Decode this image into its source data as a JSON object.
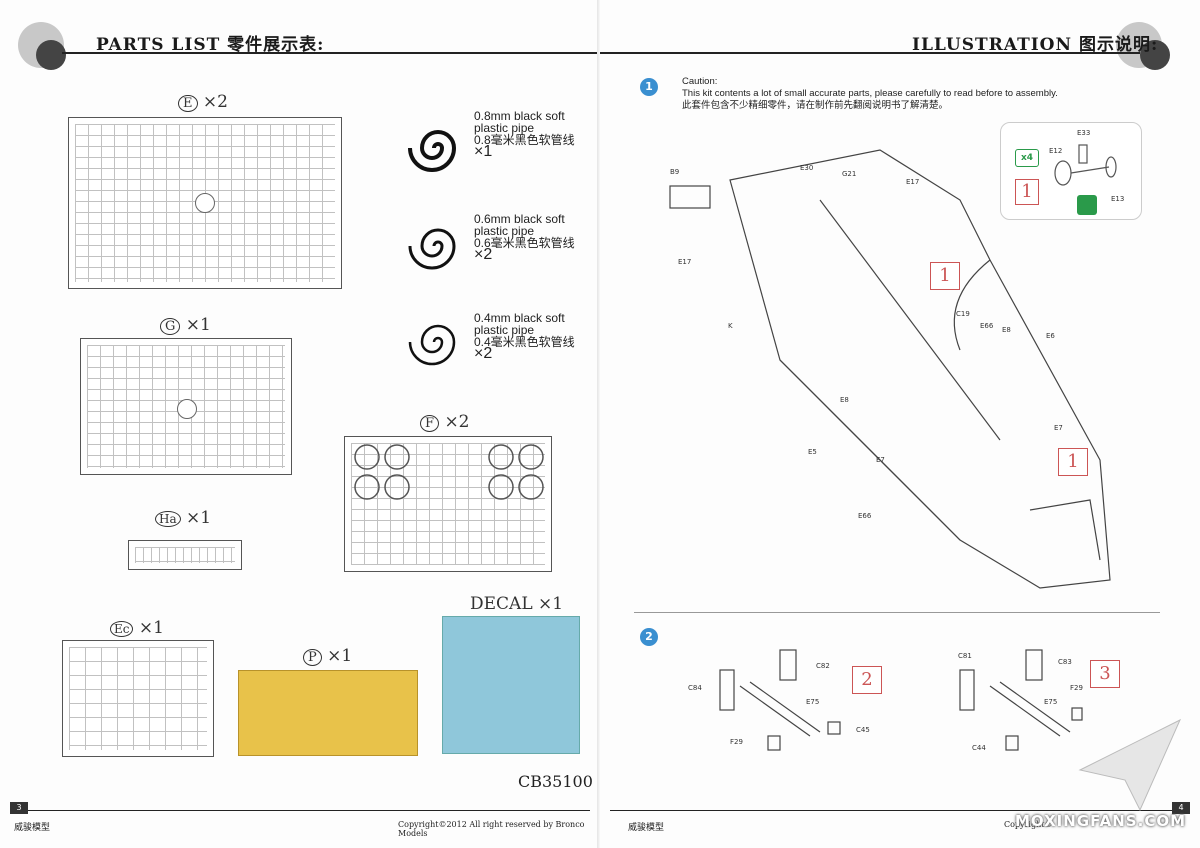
{
  "left_page": {
    "header_title": "PARTS LIST  零件展示表:",
    "sprues": [
      {
        "id": "E",
        "qty": "×2"
      },
      {
        "id": "G",
        "qty": "×1"
      },
      {
        "id": "Ha",
        "qty": "×1"
      },
      {
        "id": "Ec",
        "qty": "×1"
      },
      {
        "id": "F",
        "qty": "×2"
      },
      {
        "id": "P",
        "qty": "×1"
      }
    ],
    "decal": {
      "label": "DECAL",
      "qty": "×1"
    },
    "pipes": [
      {
        "en": "0.8mm black soft plastic pipe",
        "cn": "0.8毫米黑色软管线",
        "qty": "×1"
      },
      {
        "en": "0.6mm black soft plastic pipe",
        "cn": "0.6毫米黑色软管线",
        "qty": "×2"
      },
      {
        "en": "0.4mm black soft plastic pipe",
        "cn": "0.4毫米黑色软管线",
        "qty": "×2"
      }
    ],
    "kit_code": "CB35100",
    "page_number": "3",
    "footer_brand": "威骏模型",
    "footer_copyright": "Copyright©2012  All right reserved by Bronco Models"
  },
  "right_page": {
    "header_title": "ILLUSTRATION  图示说明:",
    "steps": [
      {
        "number": "1",
        "caution_title": "Caution:",
        "caution_en": "This kit contents a lot of small accurate parts, please carefully to read before to assembly.",
        "caution_cn": "此套件包含不少精细零件，请在制作前先翻阅说明书了解清楚。",
        "inset": {
          "badge": "x4",
          "callout": "1",
          "parts": [
            "E33",
            "E12",
            "E13"
          ]
        },
        "parts": [
          "B9",
          "E30",
          "G21",
          "E17",
          "E17",
          "K",
          "C19",
          "E66",
          "E8",
          "E6",
          "E8",
          "E5",
          "E7",
          "E7",
          "E66"
        ],
        "callouts": [
          "1",
          "1"
        ]
      },
      {
        "number": "2",
        "sub_a": {
          "callout": "2",
          "parts": [
            "C82",
            "C84",
            "E75",
            "C45",
            "F29"
          ]
        },
        "sub_b": {
          "callout": "3",
          "parts": [
            "C81",
            "C83",
            "E75",
            "F29",
            "C44"
          ]
        }
      }
    ],
    "page_number": "4",
    "footer_brand": "威骏模型",
    "footer_copyright": "Copyright©",
    "watermark": "MOXINGFANS.COM"
  },
  "colors": {
    "step_badge": "#3a8fd0",
    "callout": "#cc5555",
    "glue_green": "#2a9a4a",
    "photo_etch": "#e8c24a",
    "decal_sheet": "#8fc7da"
  }
}
